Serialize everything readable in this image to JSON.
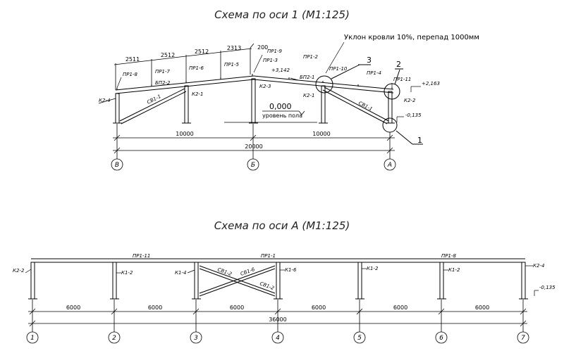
{
  "scheme1": {
    "title": "Схема по оси 1 (М1:125)",
    "slope_note": "Уклон кровли 10%, перепад 1000мм",
    "top_dims": [
      "2511",
      "2512",
      "2512",
      "2313",
      "200"
    ],
    "span_dims": [
      "10000",
      "10000"
    ],
    "total_dim": "20000",
    "axes": [
      "В",
      "Б",
      "А"
    ],
    "zero_level": "0,000",
    "zero_level_note": "уровень пола",
    "elev_ridge": "+3,142",
    "elev_eave": "+2,163",
    "elev_base": "-0,135",
    "callouts": [
      "1",
      "2",
      "3"
    ],
    "labels": {
      "pr1_8": "ПР1-8",
      "pr1_7": "ПР1-7",
      "pr1_6": "ПР1-6",
      "pr1_5": "ПР1-5",
      "pr1_9": "ПР1-9",
      "pr1_3": "ПР1-3",
      "pr1_2": "ПР1-2",
      "pr1_10": "ПР1-10",
      "pr1_4": "ПР1-4",
      "pr1_11": "ПР1-11",
      "bp2_2": "БП2-2",
      "bp2_1": "БП2-1",
      "k2_4": "К2-4",
      "k2_1a": "К2-1",
      "k2_3": "К2-3",
      "k2_1b": "К2-1",
      "k2_2": "К2-2",
      "sv1_1a": "СВ1-1",
      "sv1_1b": "СВ1-1"
    }
  },
  "scheme2": {
    "title": "Схема по оси А (М1:125)",
    "bay_dims": [
      "6000",
      "6000",
      "6000",
      "6000",
      "6000",
      "6000"
    ],
    "total_dim": "36000",
    "axes": [
      "1",
      "2",
      "3",
      "4",
      "5",
      "6",
      "7"
    ],
    "elev_base": "-0,135",
    "labels": {
      "k2_2": "К2-2",
      "k1_2a": "К1-2",
      "k1_4": "К1-4",
      "k1_6": "К1-6",
      "k1_2b": "К1-2",
      "k1_2c": "К1-2",
      "k2_4": "К2-4",
      "pr1_11": "ПР1-11",
      "pr1_1": "ПР1-1",
      "pr1_8": "ПР1-8",
      "sv1_2a": "СВ1-2",
      "sv1_6": "СВ1-6",
      "sv1_2b": "СВ1-2"
    }
  }
}
